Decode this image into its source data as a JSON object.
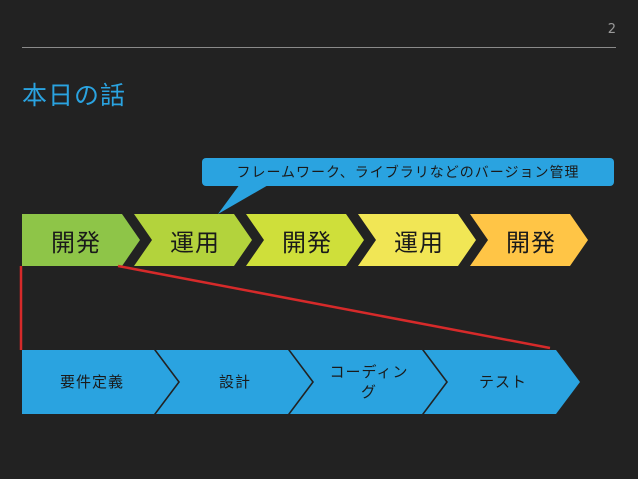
{
  "page_number": "2",
  "title": "本日の話",
  "callout": "フレームワーク、ライブラリなどのバージョン管理",
  "cycle": [
    {
      "label": "開発",
      "color": "#8ec548"
    },
    {
      "label": "運用",
      "color": "#b3d33c"
    },
    {
      "label": "開発",
      "color": "#cfdf3a"
    },
    {
      "label": "運用",
      "color": "#f1e655"
    },
    {
      "label": "開発",
      "color": "#ffc546"
    }
  ],
  "steps": [
    {
      "label": "要件定義"
    },
    {
      "label": "設計"
    },
    {
      "label": "コーディング"
    },
    {
      "label": "テスト"
    }
  ],
  "colors": {
    "step_fill": "#2aa3e0",
    "bracket": "#d62a2a"
  }
}
